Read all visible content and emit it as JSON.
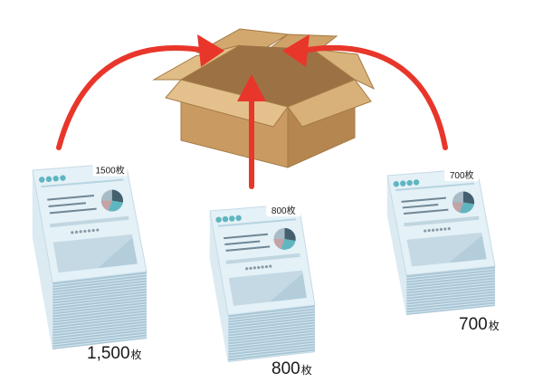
{
  "stacks": [
    {
      "tag": "1500枚",
      "count": "1,500",
      "unit": "枚"
    },
    {
      "tag": "800枚",
      "count": "800",
      "unit": "枚"
    },
    {
      "tag": "700枚",
      "count": "700",
      "unit": "枚"
    }
  ],
  "colors": {
    "arrow": "#e8362b",
    "box_light": "#d7b07a",
    "box_mid": "#c99b63",
    "box_dark": "#b5864f",
    "box_inside": "#9c7244",
    "paper_top": "#e4f1f7",
    "paper_side": "#a9c6d6",
    "accent_teal": "#5fb6c1",
    "accent_gray": "#8a9aa5"
  }
}
